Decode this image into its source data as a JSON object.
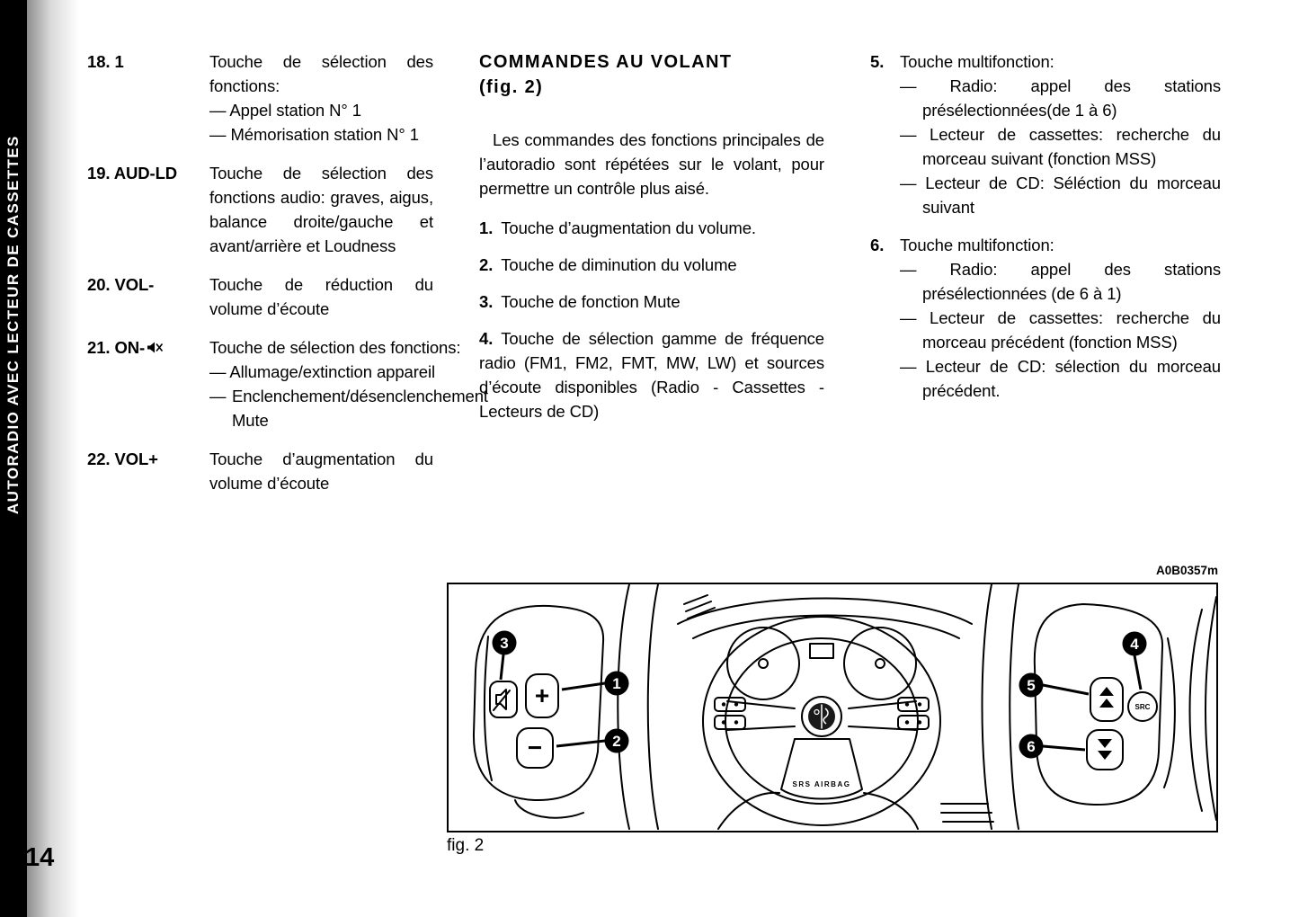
{
  "sidebar": {
    "vertical_text": "AUTORADIO AVEC LECTEUR DE CASSETTES",
    "page_number": "14"
  },
  "col1": {
    "items": [
      {
        "term": "18. 1",
        "lead": "Touche de sélection des fonctions:",
        "dashes": [
          "— Appel station N° 1",
          "— Mémorisation station N° 1"
        ]
      },
      {
        "term": "19. AUD-LD",
        "lead": "Touche de sélection des fonctions audio: graves, aigus, balance droite/gauche et avant/arrière et Loudness",
        "dashes": []
      },
      {
        "term": "20. VOL-",
        "lead": "Touche de réduction du volume d’écoute",
        "dashes": []
      },
      {
        "term": "21. ON-",
        "lead": "Touche de sélection des fonctions:",
        "dashes": [
          "— Allumage/extinction appareil",
          "— Enclenchement/désenclenchement Mute"
        ]
      },
      {
        "term": "22. VOL+",
        "lead": "Touche d’augmentation du volume d’écoute",
        "dashes": []
      }
    ]
  },
  "col2": {
    "heading_line1": "COMMANDES AU VOLANT",
    "heading_line2": "(fig. 2)",
    "intro": "Les commandes des fonctions principales de l’autoradio sont répétées sur le volant, pour permettre un contrôle plus aisé.",
    "items": [
      {
        "num": "1.",
        "text": "Touche d’augmentation du volume."
      },
      {
        "num": "2.",
        "text": "Touche de diminution du volume"
      },
      {
        "num": "3.",
        "text": "Touche de fonction Mute"
      },
      {
        "num": "4.",
        "text": "Touche de sélection gamme de fréquence radio (FM1, FM2, FMT, MW, LW) et sources d’écoute disponibles (Radio - Cassettes - Lecteurs de CD)"
      }
    ]
  },
  "col3": {
    "items": [
      {
        "num": "5.",
        "text": "Touche multifonction:",
        "dashes": [
          "— Radio: appel des stations présélectionnées(de 1 à 6)",
          "— Lecteur de cassettes: recherche du morceau suivant (fonction MSS)",
          "— Lecteur de CD: Séléction du morceau suivant"
        ]
      },
      {
        "num": "6.",
        "text": "Touche multifonction:",
        "dashes": [
          "— Radio: appel des stations présélectionnées (de 6 à 1)",
          "— Lecteur de cassettes: recherche du morceau précédent (fonction MSS)",
          "— Lecteur de CD: sélection du morceau précédent."
        ]
      }
    ]
  },
  "figure": {
    "code": "A0B0357m",
    "caption": "fig. 2",
    "callouts": [
      "1",
      "2",
      "3",
      "4",
      "5",
      "6"
    ],
    "buttons": {
      "plus": "+",
      "minus": "−",
      "src": "SRC",
      "srs_airbag": "SRS AIRBAG"
    }
  }
}
